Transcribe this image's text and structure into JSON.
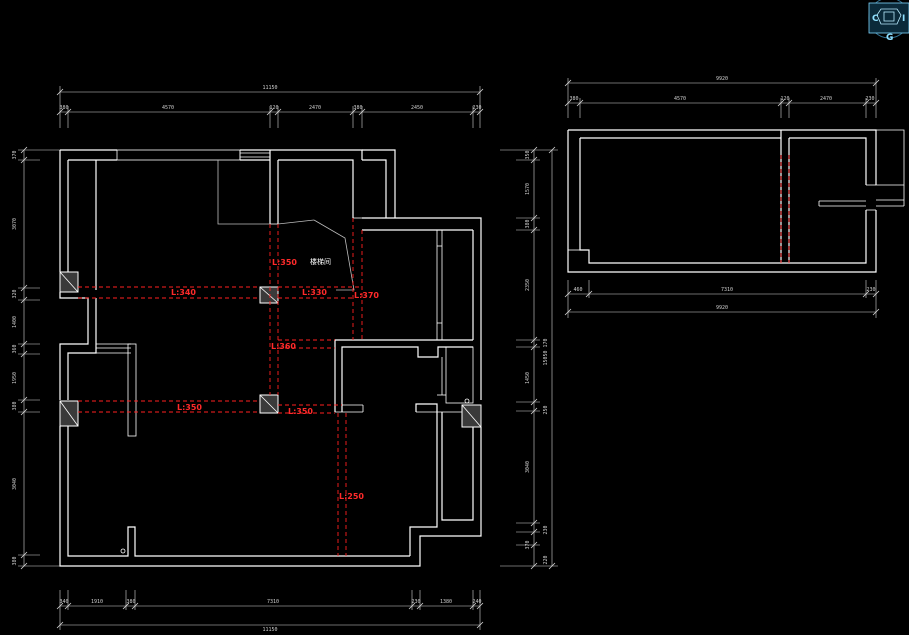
{
  "plan": {
    "note_label": "楼梯间",
    "beam_labels": [
      "L:350",
      "L:340",
      "L:330",
      "L:370",
      "L:360",
      "L:350",
      "L:350",
      "L:250"
    ]
  },
  "dims": {
    "top_overall": "11150",
    "top_segments": [
      "380",
      "4570",
      "120",
      "2470",
      "380",
      "2450",
      "230"
    ],
    "bottom_overall": "11150",
    "bottom_segments": [
      "340",
      "1910",
      "380",
      "7310",
      "230",
      "1380",
      "240"
    ],
    "left_segments": [
      "370",
      "3070",
      "320",
      "1400",
      "360",
      "1950",
      "380",
      "3040",
      "380"
    ],
    "right_segments": [
      "350",
      "1570",
      "380",
      "2350",
      "170",
      "1450",
      "250",
      "3040",
      "230",
      "370",
      "220"
    ],
    "right_overall": "15050",
    "upper_top_overall": "9920",
    "upper_top_segments": [
      "380",
      "4570",
      "120",
      "2470",
      "230"
    ],
    "upper_bottom_segments": [
      "460",
      "7310",
      "230"
    ],
    "upper_bottom_overall": "9920"
  },
  "viewcube": {
    "letters": [
      "C",
      "I",
      "G"
    ]
  }
}
